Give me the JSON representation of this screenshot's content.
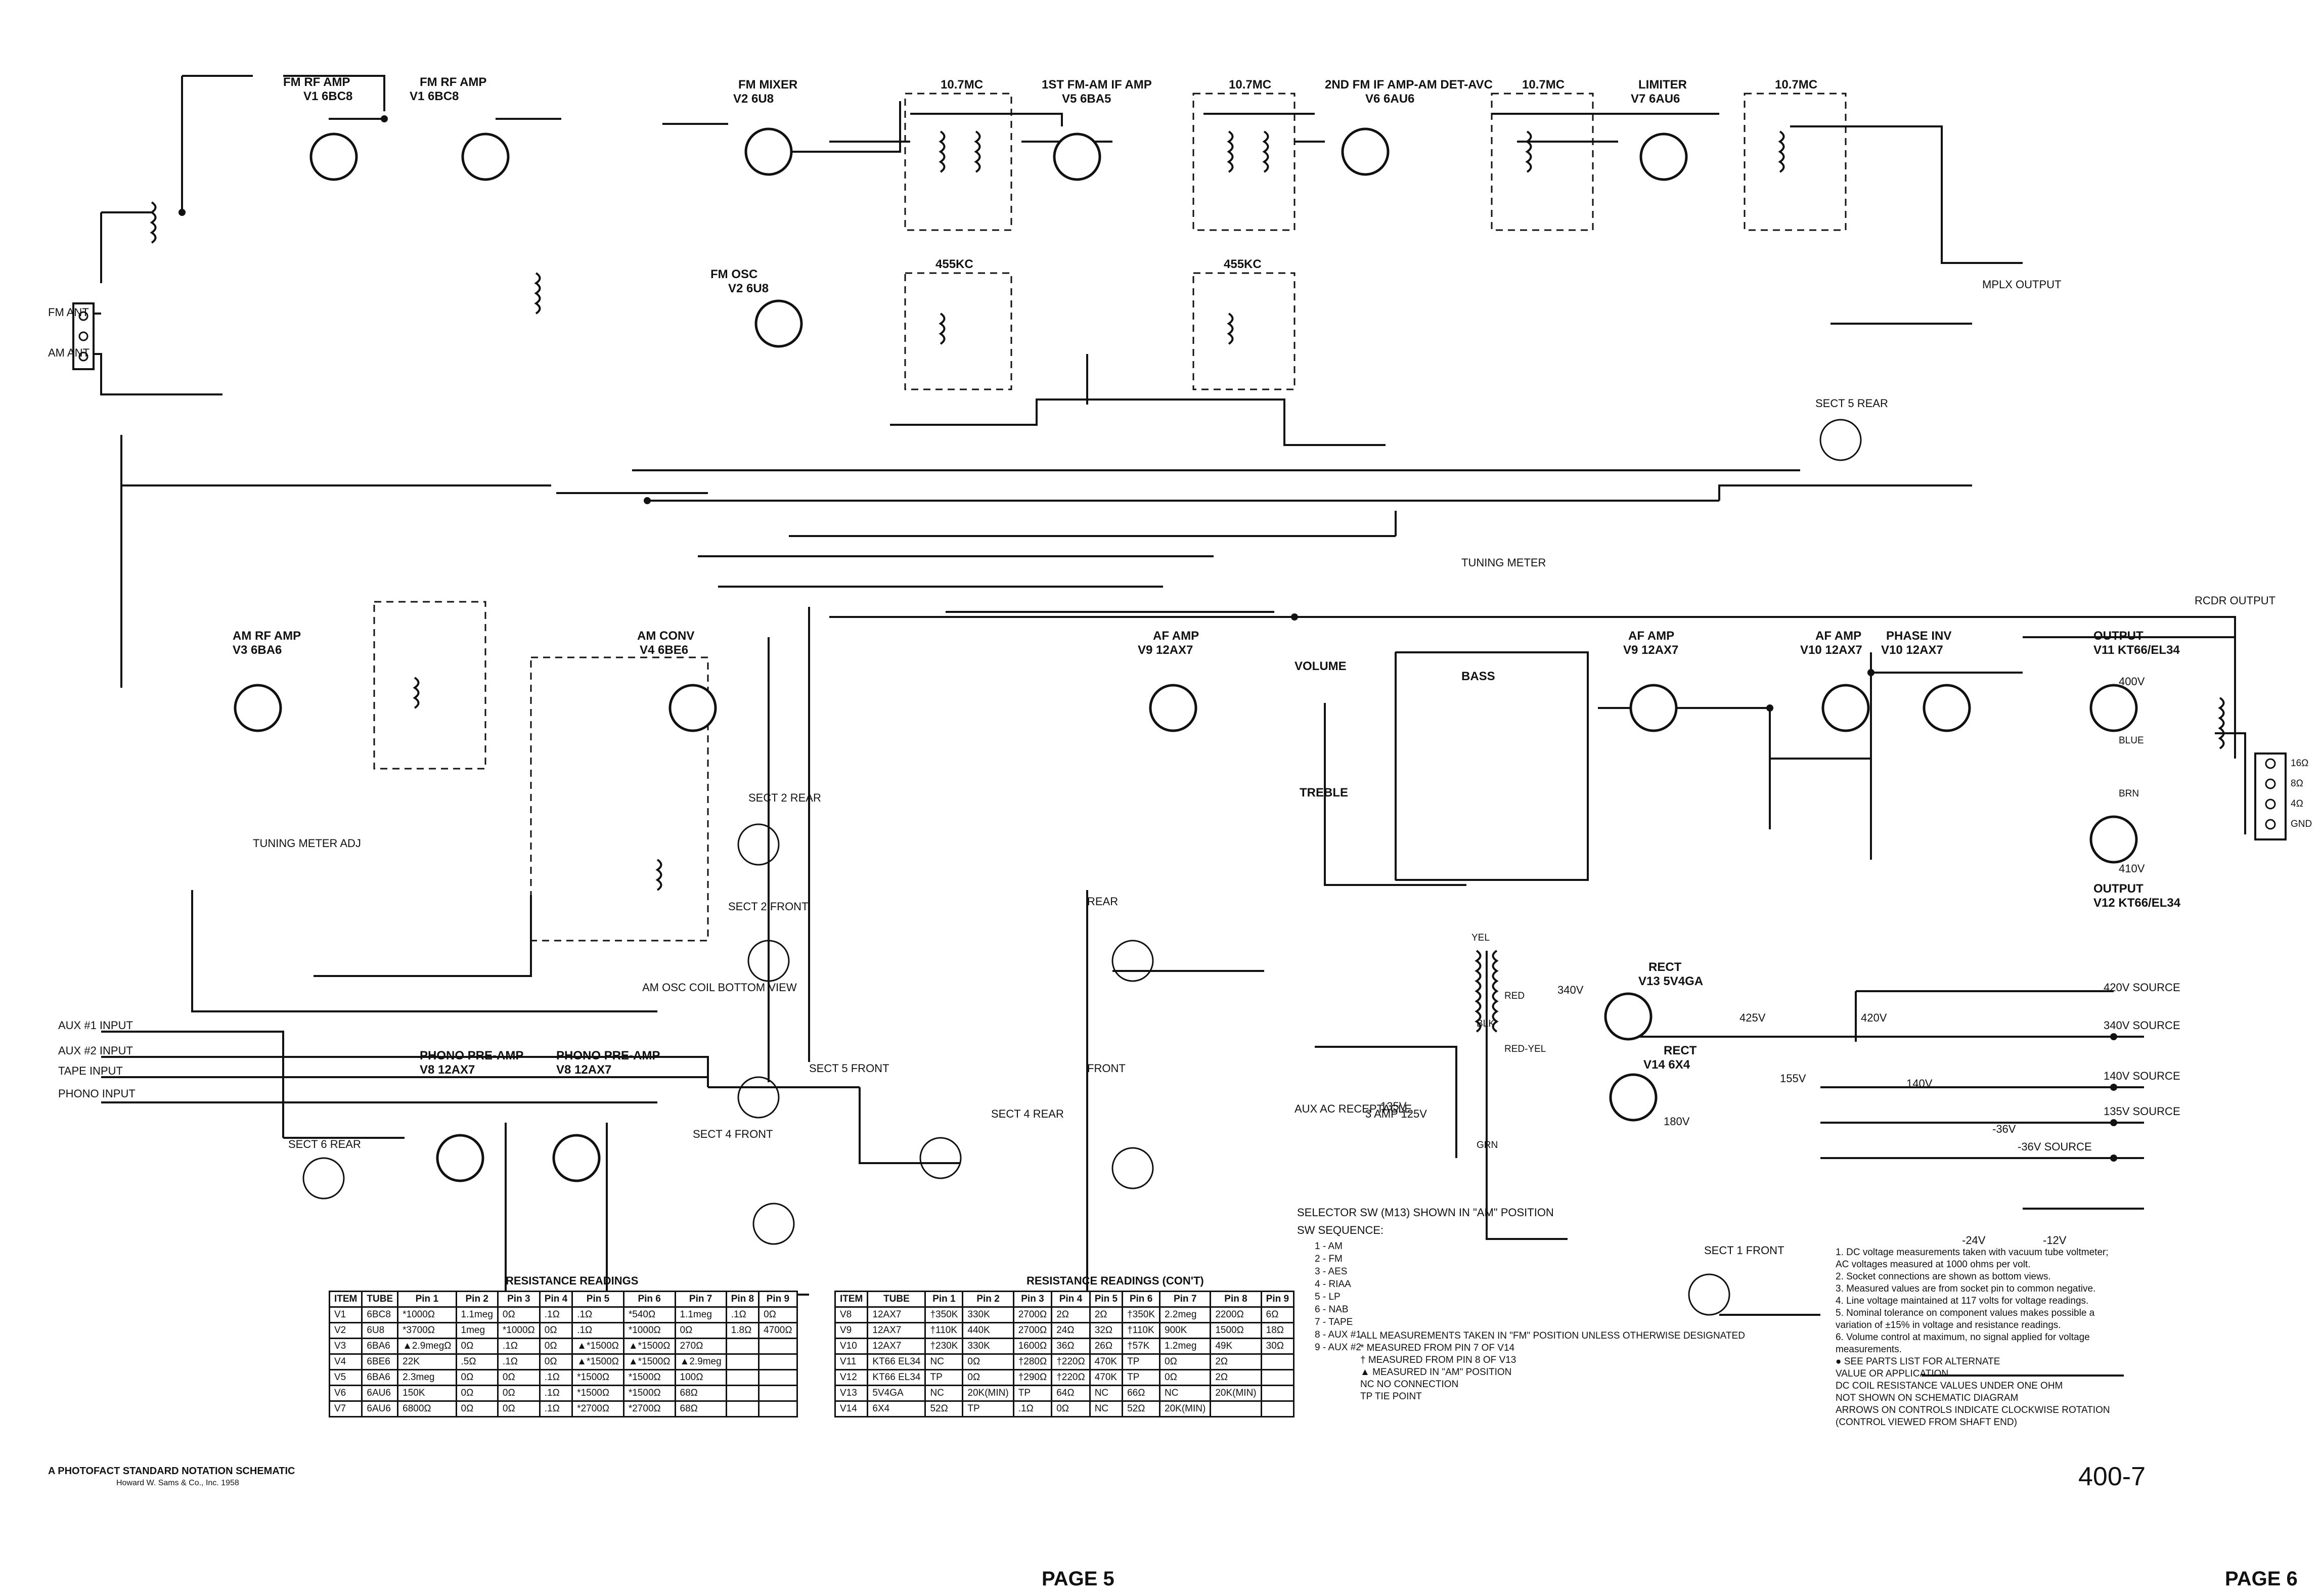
{
  "stages": [
    {
      "label": "FM RF AMP",
      "tube": "V1 6BC8"
    },
    {
      "label": "FM RF AMP",
      "tube": "V1 6BC8"
    },
    {
      "label": "FM MIXER",
      "tube": "V2 6U8"
    },
    {
      "label": "FM OSC",
      "tube": "V2 6U8"
    },
    {
      "label": "1ST FM-AM IF AMP",
      "tube": "V5 6BA5"
    },
    {
      "label": "2ND FM IF AMP-AM DET-AVC",
      "tube": "V6 6AU6"
    },
    {
      "label": "LIMITER",
      "tube": "V7 6AU6"
    },
    {
      "label": "AM RF AMP",
      "tube": "V3 6BA6"
    },
    {
      "label": "AM CONV",
      "tube": "V4 6BE6"
    },
    {
      "label": "AF AMP",
      "tube": "V9 12AX7"
    },
    {
      "label": "AF AMP",
      "tube": "V9 12AX7"
    },
    {
      "label": "AF AMP",
      "tube": "V10 12AX7"
    },
    {
      "label": "PHASE INV",
      "tube": "V10 12AX7"
    },
    {
      "label": "OUTPUT",
      "tube": "V11 KT66/EL34"
    },
    {
      "label": "OUTPUT",
      "tube": "V12 KT66/EL34"
    },
    {
      "label": "PHONO PRE-AMP",
      "tube": "V8 12AX7"
    },
    {
      "label": "PHONO PRE-AMP",
      "tube": "V8 12AX7"
    },
    {
      "label": "RECT",
      "tube": "V13 5V4GA"
    },
    {
      "label": "RECT",
      "tube": "V14 6X4"
    }
  ],
  "if_labels": [
    "10.7MC",
    "10.7MC",
    "10.7MC",
    "10.7MC",
    "455KC",
    "455KC"
  ],
  "inputs": {
    "fm_ant": "FM ANT",
    "am_ant": "AM ANT",
    "aux1": "AUX #1 INPUT",
    "aux2": "AUX #2 INPUT",
    "tape": "TAPE INPUT",
    "phono": "PHONO INPUT",
    "aux_ac": "AUX AC RECEPTACLE",
    "aux_ac_rating": "3 AMP 125V"
  },
  "outputs": {
    "mplx": "MPLX OUTPUT",
    "rcdr": "RCDR OUTPUT",
    "speaker_taps": [
      "16Ω",
      "8Ω",
      "4Ω",
      "GND"
    ],
    "sources": [
      "420V SOURCE",
      "340V SOURCE",
      "140V SOURCE",
      "135V SOURCE",
      "-36V SOURCE"
    ]
  },
  "controls": {
    "volume": "VOLUME",
    "bass": "BASS",
    "treble": "TREBLE",
    "tuning_meter": "TUNING METER",
    "tuning_meter_adj": "TUNING METER ADJ",
    "am_osc_coil": "AM OSC COIL BOTTOM VIEW",
    "front": "FRONT",
    "rear": "REAR"
  },
  "switch_sections": [
    "SECT 5 REAR",
    "SECT 2 REAR",
    "SECT 2 FRONT",
    "SECT 5 FRONT",
    "SECT 4 FRONT",
    "SECT 4 REAR",
    "SECT 6 REAR",
    "SECT 1 FRONT"
  ],
  "selector": {
    "title": "SELECTOR SW (M13) SHOWN IN \"AM\" POSITION",
    "seq_title": "SW SEQUENCE:",
    "sequence": [
      "1 - AM",
      "2 - FM",
      "3 - AES",
      "4 - RIAA",
      "5 - LP",
      "6 - NAB",
      "7 - TAPE",
      "8 - AUX #1",
      "9 - AUX #2"
    ]
  },
  "supply_voltages": [
    "420V",
    "340V",
    "425V",
    "180V",
    "155V",
    "140V",
    "135V",
    "-36V",
    "-24V",
    "-12V",
    "400V",
    "410V"
  ],
  "transformer_leads": [
    "YEL",
    "RED",
    "BLK",
    "GRN",
    "RED-YEL",
    "BLUE",
    "BRN"
  ],
  "table_left": {
    "caption": "RESISTANCE READINGS",
    "headers": [
      "ITEM",
      "TUBE",
      "Pin 1",
      "Pin 2",
      "Pin 3",
      "Pin 4",
      "Pin 5",
      "Pin 6",
      "Pin 7",
      "Pin 8",
      "Pin 9"
    ],
    "rows": [
      [
        "V1",
        "6BC8",
        "*1000Ω",
        "1.1meg",
        "0Ω",
        ".1Ω",
        ".1Ω",
        "*540Ω",
        "1.1meg",
        ".1Ω",
        "0Ω"
      ],
      [
        "V2",
        "6U8",
        "*3700Ω",
        "1meg",
        "*1000Ω",
        "0Ω",
        ".1Ω",
        "*1000Ω",
        "0Ω",
        "1.8Ω",
        "4700Ω"
      ],
      [
        "V3",
        "6BA6",
        "▲2.9megΩ",
        "0Ω",
        ".1Ω",
        "0Ω",
        "▲*1500Ω",
        "▲*1500Ω",
        "270Ω",
        "",
        ""
      ],
      [
        "V4",
        "6BE6",
        "22K",
        ".5Ω",
        ".1Ω",
        "0Ω",
        "▲*1500Ω",
        "▲*1500Ω",
        "▲2.9meg",
        "",
        ""
      ],
      [
        "V5",
        "6BA6",
        "2.3meg",
        "0Ω",
        "0Ω",
        ".1Ω",
        "*1500Ω",
        "*1500Ω",
        "100Ω",
        "",
        ""
      ],
      [
        "V6",
        "6AU6",
        "150K",
        "0Ω",
        "0Ω",
        ".1Ω",
        "*1500Ω",
        "*1500Ω",
        "68Ω",
        "",
        ""
      ],
      [
        "V7",
        "6AU6",
        "6800Ω",
        "0Ω",
        "0Ω",
        ".1Ω",
        "*2700Ω",
        "*2700Ω",
        "68Ω",
        "",
        ""
      ]
    ]
  },
  "table_right": {
    "caption": "RESISTANCE READINGS (CON'T)",
    "headers": [
      "ITEM",
      "TUBE",
      "Pin 1",
      "Pin 2",
      "Pin 3",
      "Pin 4",
      "Pin 5",
      "Pin 6",
      "Pin 7",
      "Pin 8",
      "Pin 9"
    ],
    "rows": [
      [
        "V8",
        "12AX7",
        "†350K",
        "330K",
        "2700Ω",
        "2Ω",
        "2Ω",
        "†350K",
        "2.2meg",
        "2200Ω",
        "6Ω"
      ],
      [
        "V9",
        "12AX7",
        "†110K",
        "440K",
        "2700Ω",
        "24Ω",
        "32Ω",
        "†110K",
        "900K",
        "1500Ω",
        "18Ω"
      ],
      [
        "V10",
        "12AX7",
        "†230K",
        "330K",
        "1600Ω",
        "36Ω",
        "26Ω",
        "†57K",
        "1.2meg",
        "49K",
        "30Ω"
      ],
      [
        "V11",
        "KT66 EL34",
        "NC",
        "0Ω",
        "†280Ω",
        "†220Ω",
        "470K",
        "TP",
        "0Ω",
        "2Ω",
        ""
      ],
      [
        "V12",
        "KT66 EL34",
        "TP",
        "0Ω",
        "†290Ω",
        "†220Ω",
        "470K",
        "TP",
        "0Ω",
        "2Ω",
        ""
      ],
      [
        "V13",
        "5V4GA",
        "NC",
        "20K(MIN)",
        "TP",
        "64Ω",
        "NC",
        "66Ω",
        "NC",
        "20K(MIN)",
        ""
      ],
      [
        "V14",
        "6X4",
        "52Ω",
        "TP",
        ".1Ω",
        "0Ω",
        "NC",
        "52Ω",
        "20K(MIN)",
        "",
        ""
      ]
    ]
  },
  "legend": [
    "ALL MEASUREMENTS TAKEN IN \"FM\" POSITION UNLESS OTHERWISE DESIGNATED",
    "*    MEASURED FROM PIN 7 OF V14",
    "†    MEASURED FROM PIN 8 OF V13",
    "▲   MEASURED IN \"AM\" POSITION",
    "NC   NO CONNECTION",
    "TP   TIE POINT"
  ],
  "notes": [
    "1.  DC voltage measurements taken with vacuum tube voltmeter;",
    "     AC voltages measured at 1000 ohms per volt.",
    "2.  Socket connections are shown as bottom views.",
    "3.  Measured values are from socket pin to common negative.",
    "4.  Line voltage maintained at 117 volts for voltage readings.",
    "5.  Nominal tolerance on component values makes possible a",
    "     variation of ±15% in voltage and resistance readings.",
    "6.  Volume control at maximum, no signal applied for voltage",
    "     measurements.",
    "● SEE PARTS LIST FOR ALTERNATE",
    "   VALUE OR APPLICATION",
    "DC COIL RESISTANCE VALUES UNDER ONE OHM",
    "NOT SHOWN ON SCHEMATIC DIAGRAM",
    "ARROWS ON CONTROLS INDICATE CLOCKWISE ROTATION",
    "(CONTROL VIEWED FROM SHAFT END)"
  ],
  "credit_line1": "A PHOTOFACT STANDARD NOTATION SCHEMATIC",
  "credit_line2": "Howard W. Sams & Co., Inc. 1958",
  "doc_number": "400-7",
  "page_left": "PAGE 5",
  "page_right": "PAGE 6"
}
